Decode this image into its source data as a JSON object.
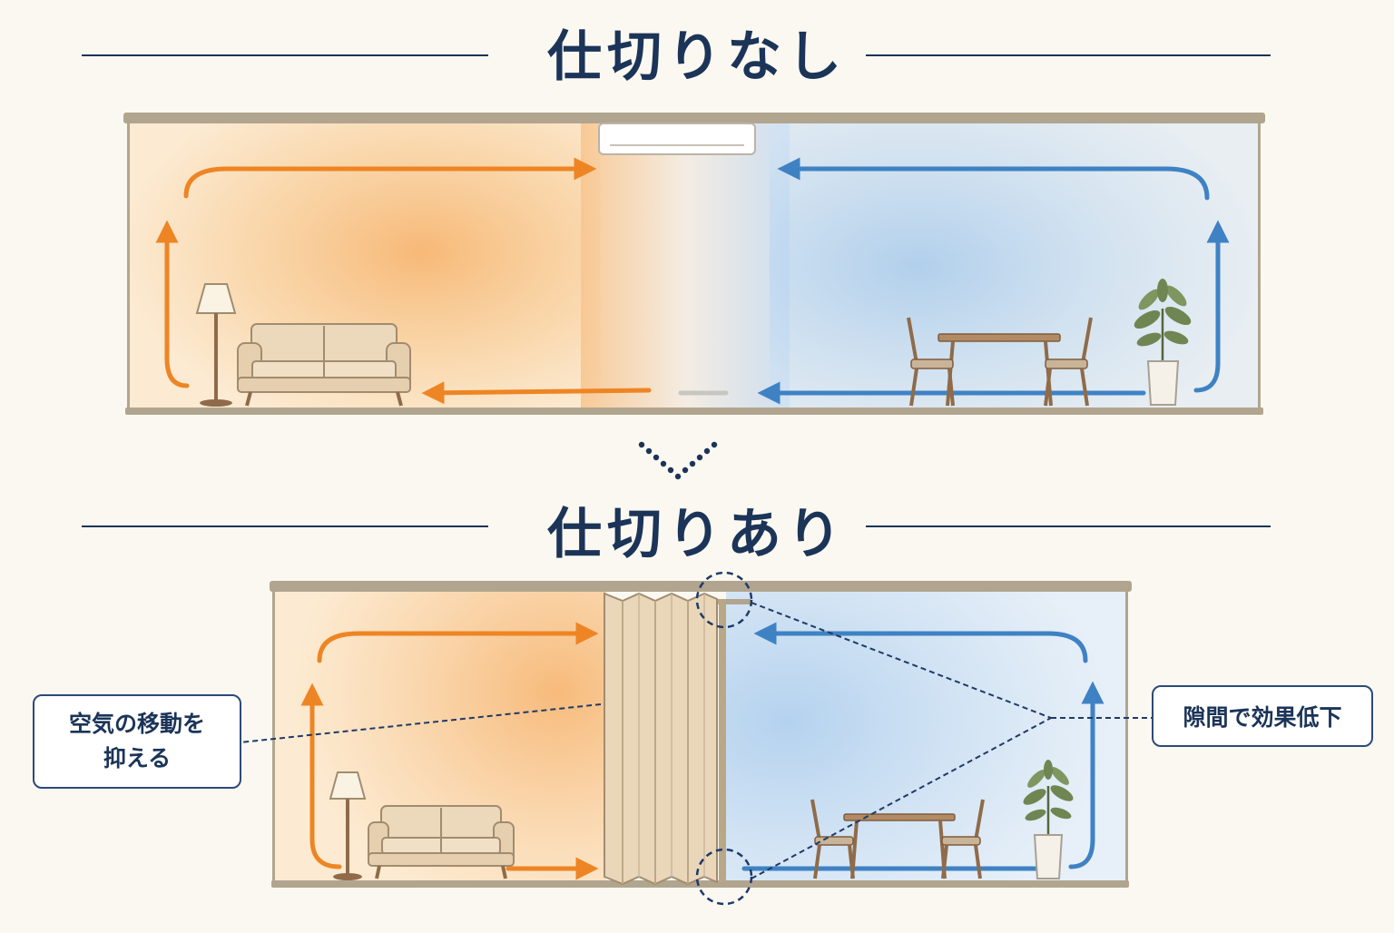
{
  "top_section": {
    "title": "仕切りなし"
  },
  "bottom_section": {
    "title": "仕切りあり"
  },
  "callouts": {
    "left": {
      "line1": "空気の移動を",
      "line2": "抑える"
    },
    "right": {
      "text": "隙間で効果低下"
    }
  },
  "icons": [
    "air-conditioner-icon",
    "floor-lamp-icon",
    "sofa-icon",
    "dining-table-icon",
    "chair-icon",
    "potted-plant-icon",
    "partition-curtain-icon",
    "magnifier-circle-icon",
    "down-chevron-dotted-icon"
  ],
  "colors": {
    "warm_arrow": "#ee8524",
    "cool_arrow": "#3f82c4",
    "warm_fill": "#f8b871",
    "cool_fill": "#a9cdec",
    "heading": "#1b3458",
    "frame": "#b1a58f",
    "callout_border": "#2d4a78",
    "furniture": "#ecd8bb",
    "wood": "#8f6b4a",
    "background": "#fbf8f1"
  }
}
